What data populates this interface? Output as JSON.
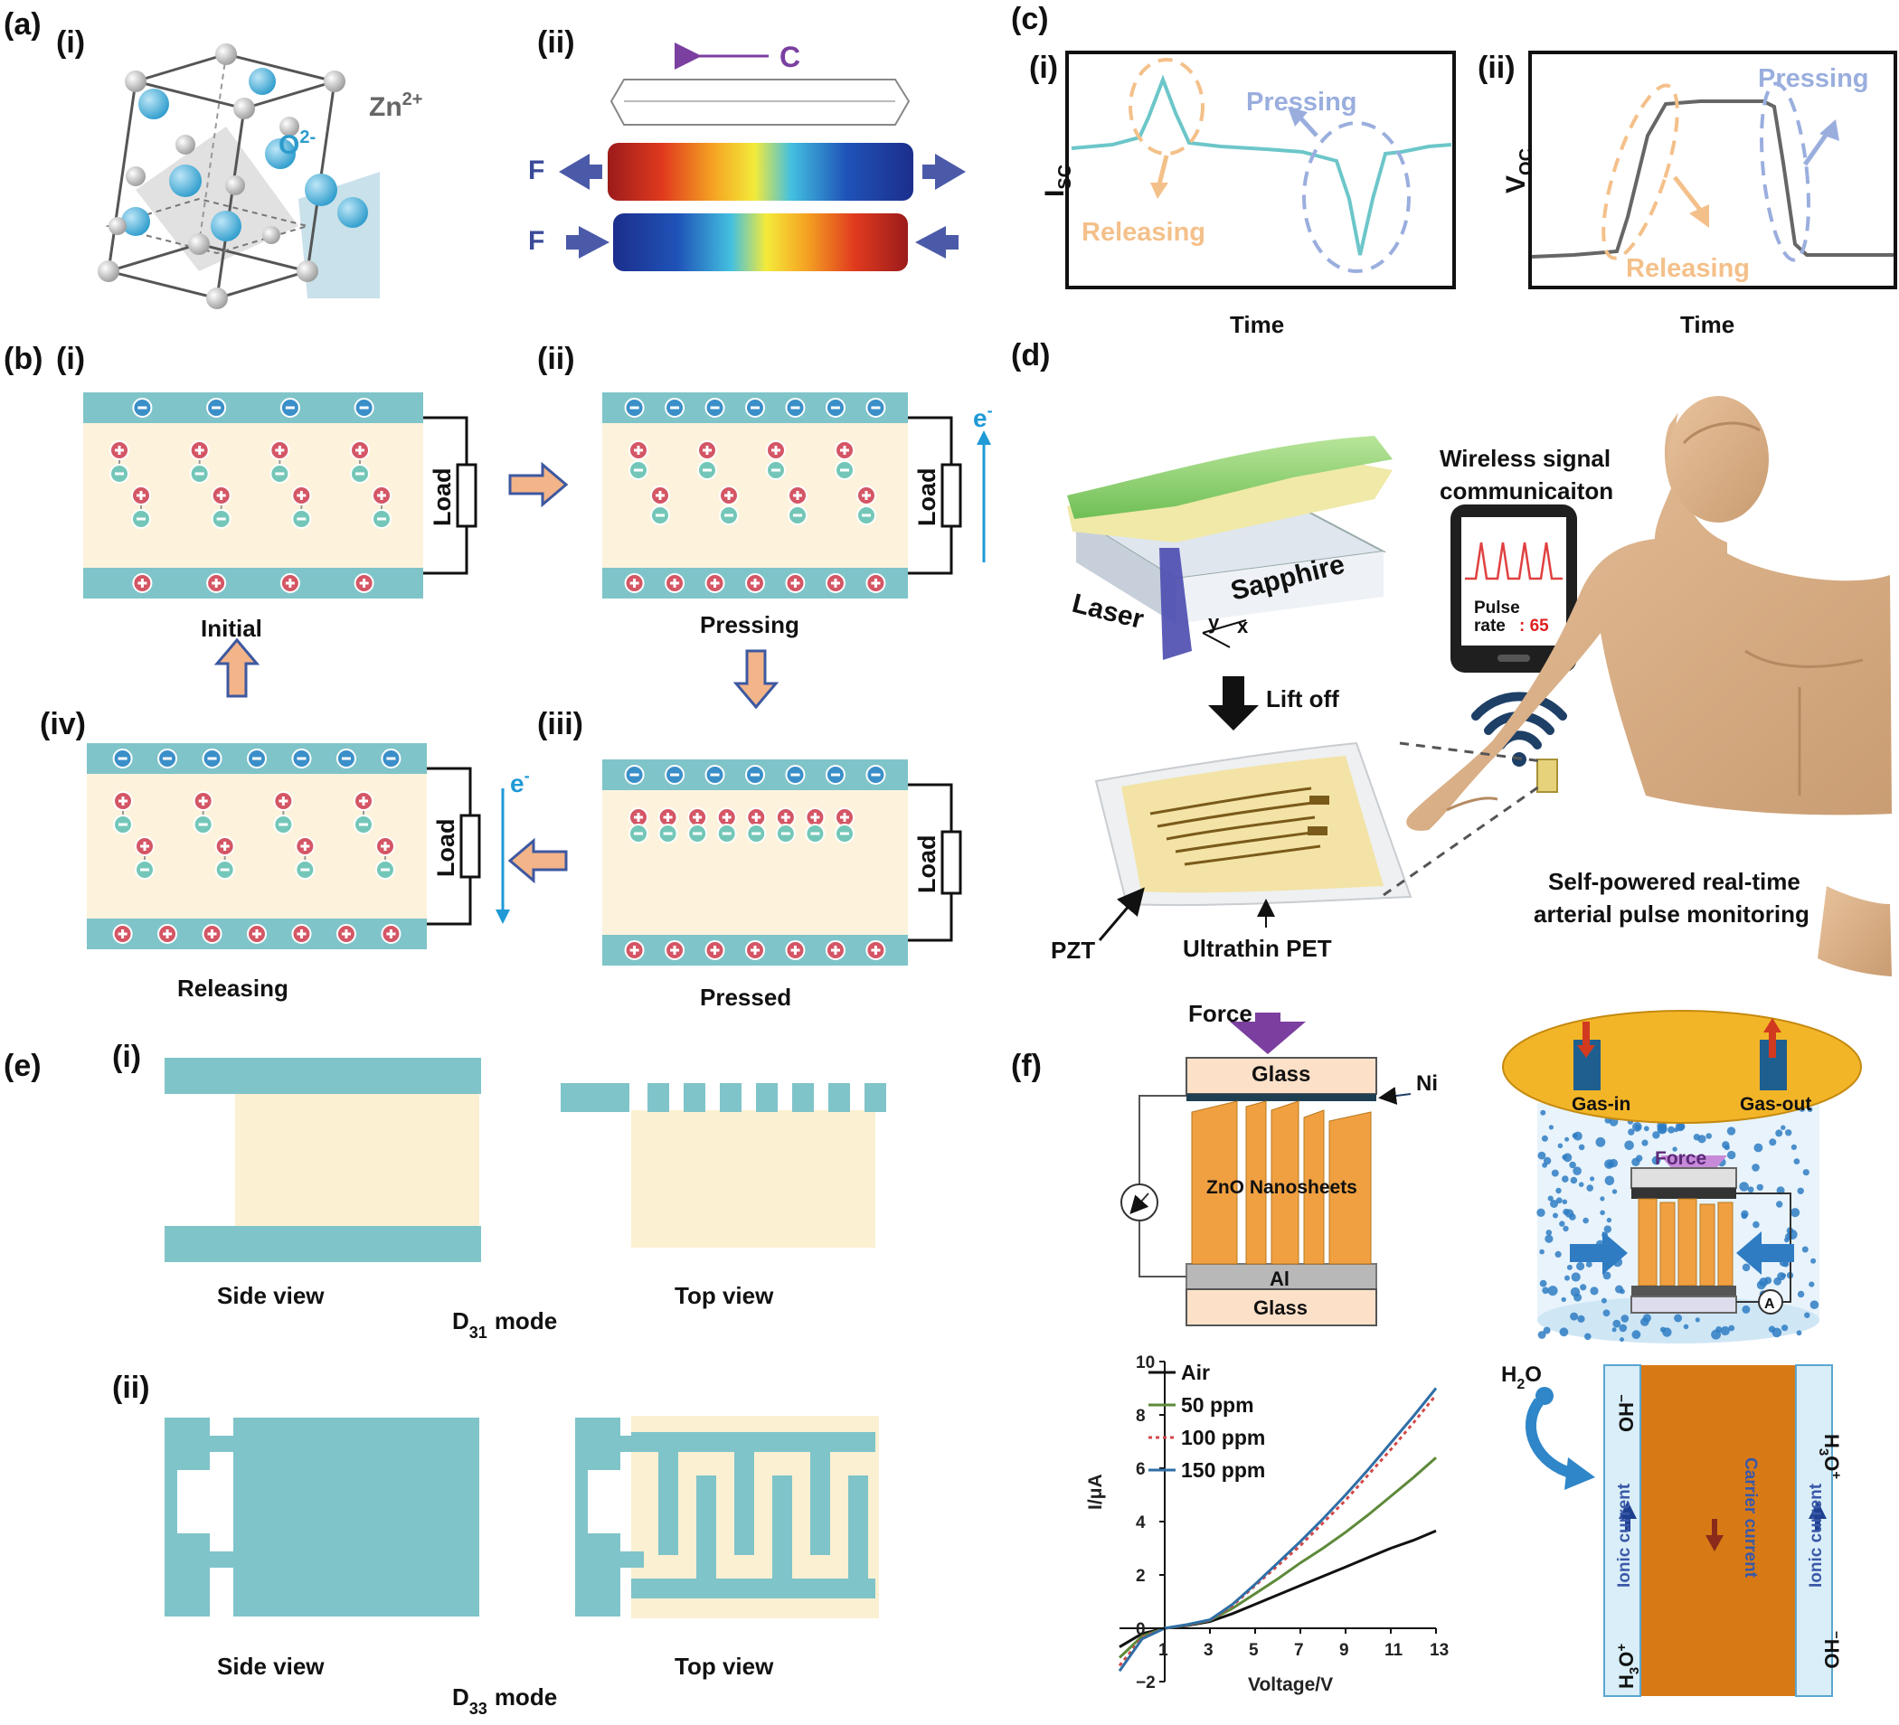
{
  "panel_labels": {
    "a": "(a)",
    "b": "(b)",
    "c": "(c)",
    "d": "(d)",
    "e": "(e)",
    "f": "(f)"
  },
  "sub_labels": {
    "i": "(i)",
    "ii": "(ii)",
    "iii": "(iii)",
    "iv": "(iv)"
  },
  "a": {
    "zn_label": "Zn",
    "zn_sup": "2+",
    "o_label": "O",
    "o_sup": "2-",
    "c_axis": "C",
    "force": "F"
  },
  "b": {
    "load": "Load",
    "electron": "e",
    "electron_sup": "-",
    "states": {
      "initial": "Initial",
      "pressing": "Pressing",
      "pressed": "Pressed",
      "releasing": "Releasing"
    }
  },
  "c": {
    "isc": "I",
    "isc_sub": "SC",
    "voc": "V",
    "voc_sub": "OC",
    "time": "Time",
    "pressing": "Pressing",
    "releasing": "Releasing"
  },
  "d": {
    "laser": "Laser",
    "sapphire": "Sapphire",
    "lift_off": "Lift off",
    "wireless_1": "Wireless signal",
    "wireless_2": "communicaiton",
    "pulse": "Pulse",
    "rate": "rate",
    "rate_value": ": 65",
    "pzt": "PZT",
    "pet": "Ultrathin PET",
    "self_1": "Self-powered real-time",
    "self_2": "arterial pulse monitoring",
    "axis_y": "y",
    "axis_x": "x"
  },
  "e": {
    "side_view": "Side view",
    "top_view": "Top view",
    "d31": "D",
    "d31_sub": "31",
    "mode": "mode",
    "d33": "D",
    "d33_sub": "33"
  },
  "f": {
    "force": "Force",
    "glass": "Glass",
    "ni": "Ni",
    "zno": "ZnO Nanosheets",
    "al": "Al",
    "gas_in": "Gas-in",
    "gas_out": "Gas-out",
    "ammeter": "A",
    "h2o": "H",
    "h2o_sub": "2",
    "h2o_end": "O",
    "oh_top": "OH",
    "h3o_top": "H",
    "ionic": "Ionic current",
    "carrier": "Carrier current",
    "h3o_bottom": "H",
    "ho_bottom": "HO"
  },
  "chart_data": {
    "type": "line",
    "xlabel": "Voltage/V",
    "ylabel": "I/μA",
    "xlim": [
      -1,
      13
    ],
    "ylim": [
      -2,
      10
    ],
    "xticks": [
      1,
      3,
      5,
      7,
      9,
      11,
      13
    ],
    "yticks": [
      -2,
      0,
      2,
      4,
      6,
      8,
      10
    ],
    "legend_position": "top-left",
    "series": [
      {
        "name": "Air",
        "color": "#111111",
        "dash": "none",
        "x": [
          -1,
          0,
          1,
          2,
          3,
          4,
          5,
          6,
          7,
          8,
          9,
          10,
          11,
          12,
          13
        ],
        "y": [
          -0.7,
          -0.2,
          0.0,
          0.1,
          0.25,
          0.55,
          0.9,
          1.25,
          1.6,
          1.95,
          2.3,
          2.65,
          3.0,
          3.3,
          3.65
        ]
      },
      {
        "name": "50 ppm",
        "color": "#5e8a3a",
        "dash": "none",
        "x": [
          -1,
          0,
          1,
          2,
          3,
          4,
          5,
          6,
          7,
          8,
          9,
          10,
          11,
          12,
          13
        ],
        "y": [
          -1.1,
          -0.3,
          0.0,
          0.12,
          0.3,
          0.75,
          1.3,
          1.85,
          2.45,
          3.0,
          3.6,
          4.25,
          4.95,
          5.65,
          6.4
        ]
      },
      {
        "name": "100 ppm",
        "color": "#d24a4a",
        "dash": "4 4",
        "x": [
          -1,
          0,
          1,
          2,
          3,
          4,
          5,
          6,
          7,
          8,
          9,
          10,
          11,
          12,
          13
        ],
        "y": [
          -1.4,
          -0.35,
          0.0,
          0.12,
          0.3,
          0.85,
          1.6,
          2.35,
          3.1,
          3.95,
          4.8,
          5.75,
          6.7,
          7.7,
          8.75
        ]
      },
      {
        "name": "150 ppm",
        "color": "#2f6ea6",
        "dash": "none",
        "x": [
          -1,
          0,
          1,
          2,
          3,
          4,
          5,
          6,
          7,
          8,
          9,
          10,
          11,
          12,
          13
        ],
        "y": [
          -1.6,
          -0.4,
          0.0,
          0.14,
          0.32,
          0.9,
          1.65,
          2.45,
          3.25,
          4.1,
          5.0,
          5.95,
          6.95,
          7.95,
          9.0
        ]
      }
    ]
  }
}
